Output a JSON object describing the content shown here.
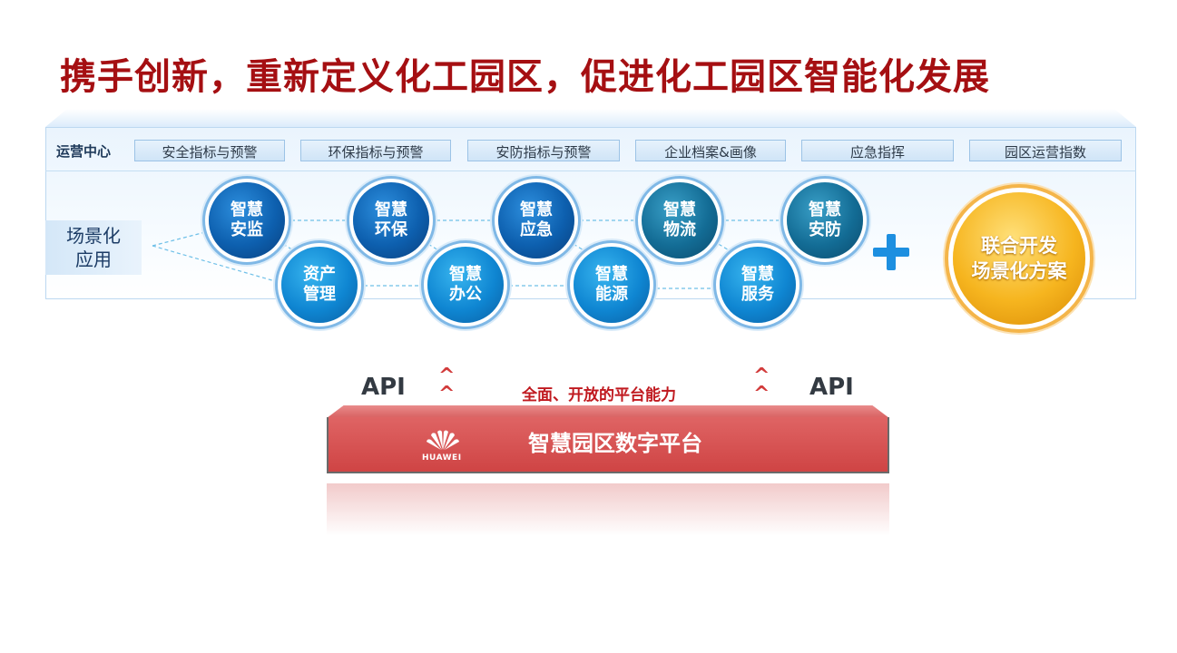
{
  "title": "携手创新，重新定义化工园区，促进化工园区智能化发展",
  "ops_center": {
    "label": "运营中心",
    "tabs": [
      "安全指标与预警",
      "环保指标与预警",
      "安防指标与预警",
      "企业档案&画像",
      "应急指挥",
      "园区运营指数"
    ]
  },
  "scenario": {
    "label_line1": "场景化",
    "label_line2": "应用",
    "bubbles": [
      {
        "line1": "智慧",
        "line2": "安监"
      },
      {
        "line1": "资产",
        "line2": "管理"
      },
      {
        "line1": "智慧",
        "line2": "环保"
      },
      {
        "line1": "智慧",
        "line2": "办公"
      },
      {
        "line1": "智慧",
        "line2": "应急"
      },
      {
        "line1": "智慧",
        "line2": "能源"
      },
      {
        "line1": "智慧",
        "line2": "物流"
      },
      {
        "line1": "智慧",
        "line2": "服务"
      },
      {
        "line1": "智慧",
        "line2": "安防"
      }
    ],
    "joint": {
      "line1": "联合开发",
      "line2": "场景化方案"
    }
  },
  "platform": {
    "api_left": "API",
    "api_right": "API",
    "capability": "全面、开放的平台能力",
    "title": "智慧园区数字平台",
    "brand": "HUAWEI"
  },
  "colors": {
    "title": "#a50f12",
    "platform": "#d85050",
    "bubble": "#0d5fae",
    "joint": "#f6b51f"
  }
}
